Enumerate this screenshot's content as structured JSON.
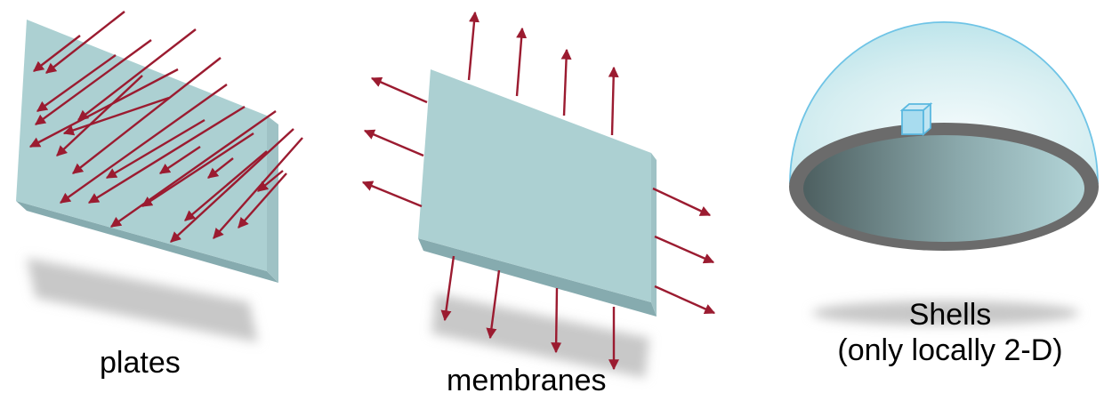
{
  "figure": {
    "panels": [
      {
        "id": "plates",
        "caption": "plates"
      },
      {
        "id": "membranes",
        "caption": "membranes"
      },
      {
        "id": "shells",
        "caption_line1": "Shells",
        "caption_line2": "(only locally 2-D)"
      }
    ]
  },
  "colors": {
    "plate_face": "#acd0d2",
    "plate_edge": "#86abaf",
    "arrow": "#9b1b30",
    "shadow": "#c8c8c8",
    "dome_outline": "#6fc4e6",
    "rim": "#6b6b6b"
  },
  "icons": [
    "arrow-icon",
    "cube-icon"
  ]
}
